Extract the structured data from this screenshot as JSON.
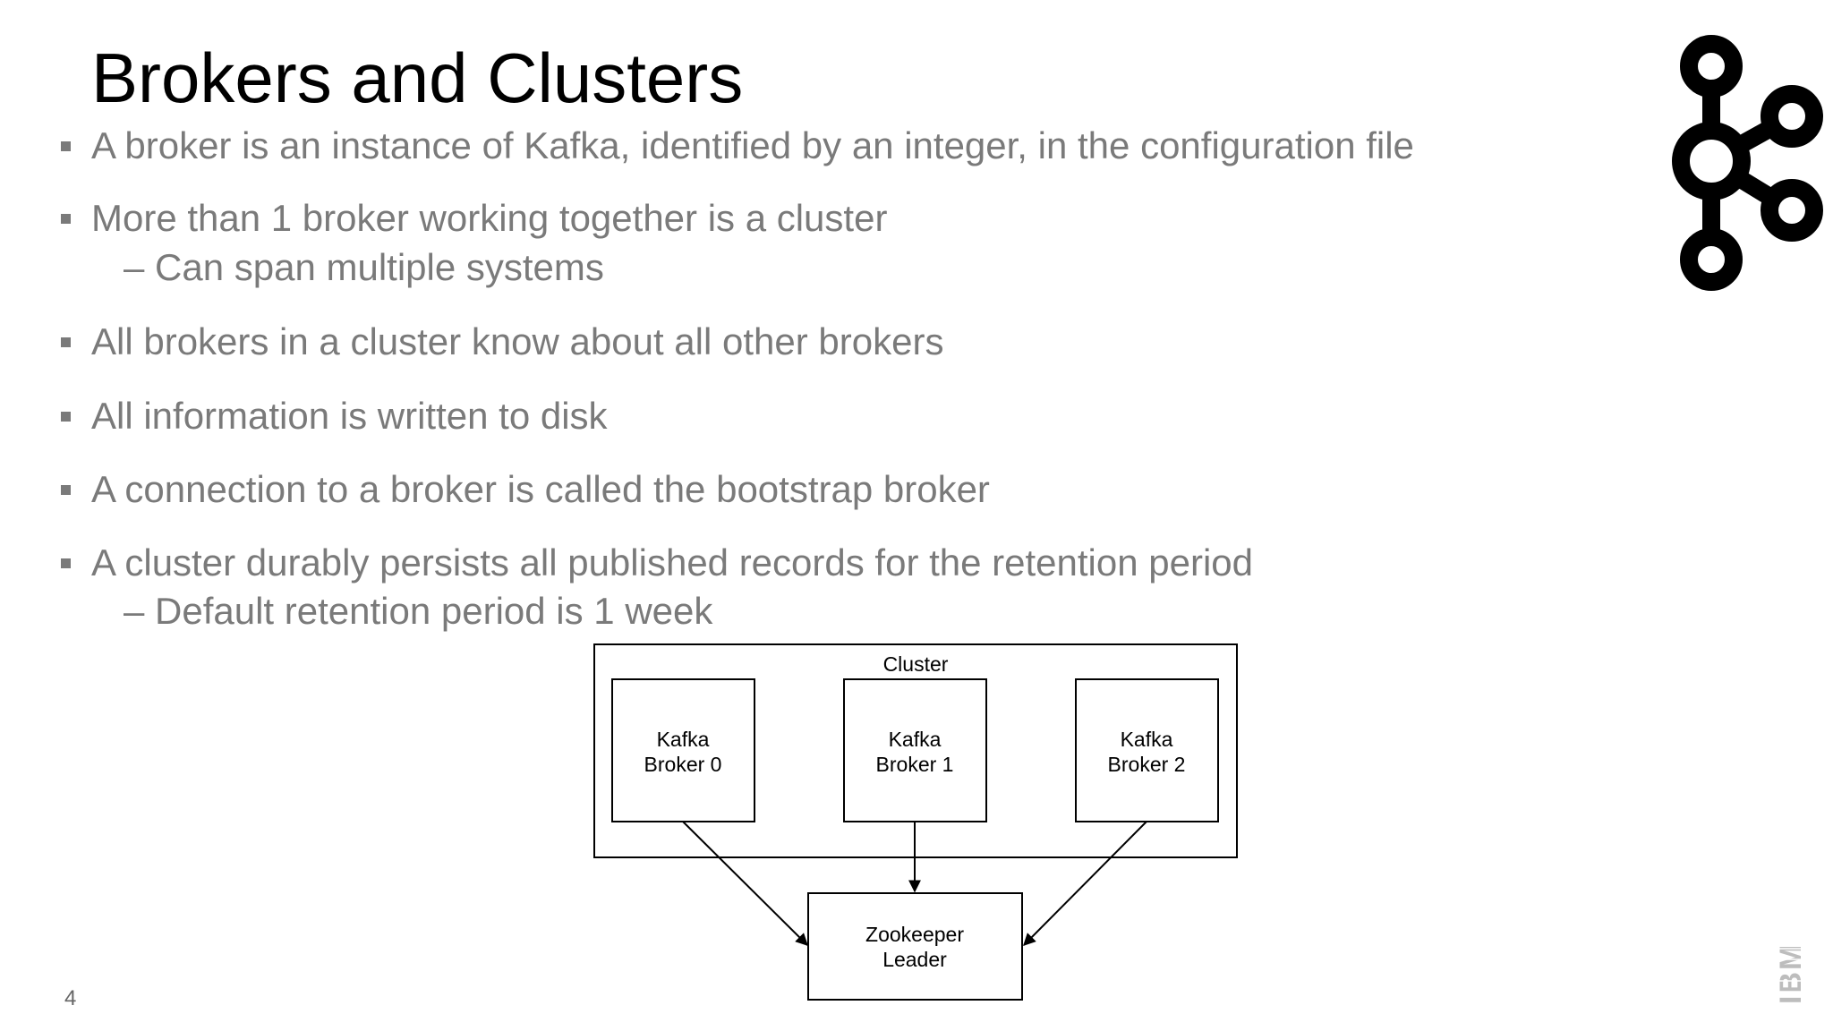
{
  "slide": {
    "title": "Brokers and Clusters",
    "page_number": "4"
  },
  "bullets": [
    {
      "text": "A broker is an instance of Kafka, identified by an integer, in the configuration file"
    },
    {
      "text": "More than 1 broker working together is a cluster",
      "sub": "– Can span multiple systems"
    },
    {
      "text": "All brokers in a cluster know about all other brokers"
    },
    {
      "text": "All information is written to disk"
    },
    {
      "text": "A connection to a broker is called the bootstrap broker"
    },
    {
      "text": "A cluster durably persists all published records for the retention period",
      "sub": "– Default retention period is 1 week"
    }
  ],
  "diagram": {
    "cluster_label": "Cluster",
    "brokers": [
      {
        "line1": "Kafka",
        "line2": "Broker 0"
      },
      {
        "line1": "Kafka",
        "line2": "Broker 1"
      },
      {
        "line1": "Kafka",
        "line2": "Broker 2"
      }
    ],
    "zookeeper": {
      "line1": "Zookeeper",
      "line2": "Leader"
    }
  },
  "logos": {
    "top_right": "kafka-logo",
    "bottom_right_text": "IBM"
  },
  "colors": {
    "title": "#000000",
    "body_text": "#7a7a7a",
    "diagram_stroke": "#000000"
  }
}
